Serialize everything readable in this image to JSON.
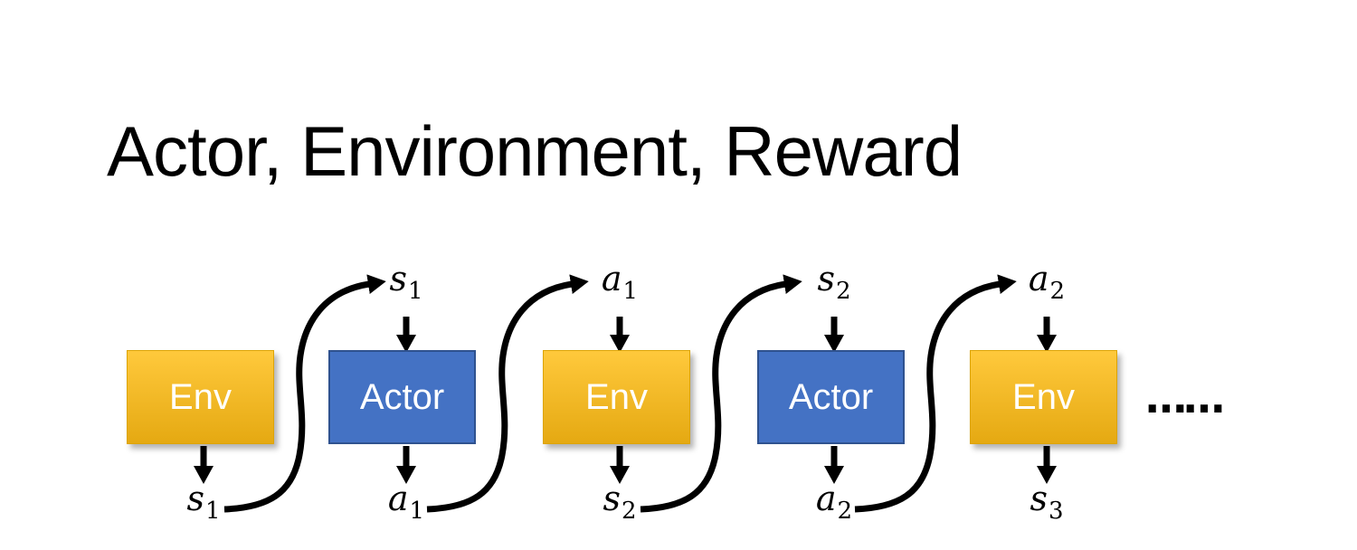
{
  "title": "Actor, Environment, Reward",
  "diagram": {
    "boxes": [
      {
        "label": "Env",
        "type": "env"
      },
      {
        "label": "Actor",
        "type": "actor"
      },
      {
        "label": "Env",
        "type": "env"
      },
      {
        "label": "Actor",
        "type": "actor"
      },
      {
        "label": "Env",
        "type": "env"
      }
    ],
    "top_labels": [
      {
        "base": "s",
        "sub": "1"
      },
      {
        "base": "a",
        "sub": "1"
      },
      {
        "base": "s",
        "sub": "2"
      },
      {
        "base": "a",
        "sub": "2"
      }
    ],
    "bottom_labels": [
      {
        "base": "s",
        "sub": "1"
      },
      {
        "base": "a",
        "sub": "1"
      },
      {
        "base": "s",
        "sub": "2"
      },
      {
        "base": "a",
        "sub": "2"
      },
      {
        "base": "s",
        "sub": "3"
      }
    ],
    "ellipsis": "……",
    "colors": {
      "background": "#FFFFFF",
      "title_color": "#000000",
      "env_top": "#FFC93C",
      "env_bottom": "#E5A912",
      "env_border": "#DDA407",
      "actor_fill": "#4472C4",
      "actor_border": "#2F528F",
      "text_on_box": "#FFFFFF",
      "arrow": "#000000"
    }
  }
}
